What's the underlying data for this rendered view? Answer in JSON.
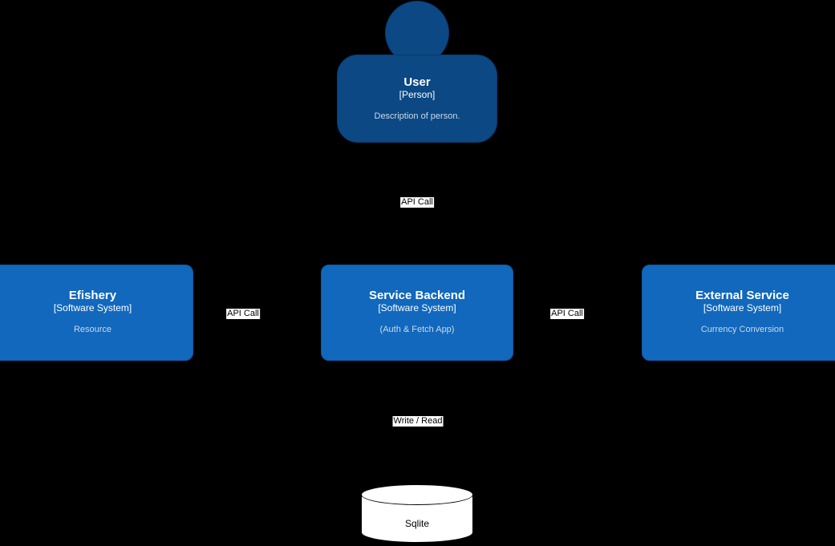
{
  "diagram": {
    "background_color": "#000000",
    "person_color": "#0b4884",
    "system_color": "#1168bd",
    "database_color": "#ffffff",
    "label_text_color": "#000000"
  },
  "person": {
    "name": "User",
    "type": "[Person]",
    "description": "Description of person."
  },
  "systems": [
    {
      "name": "Efishery",
      "type": "[Software System]",
      "description": "Resource"
    },
    {
      "name": "Service Backend",
      "type": "[Software System]",
      "description": "(Auth & Fetch App)"
    },
    {
      "name": "External Service",
      "type": "[Software System]",
      "description": "Currency Conversion"
    }
  ],
  "database": {
    "name": "Sqlite"
  },
  "relationships": [
    {
      "label": "API Call",
      "from": "User",
      "to": "Service Backend"
    },
    {
      "label": "API Call",
      "from": "Service Backend",
      "to": "Efishery"
    },
    {
      "label": "API Call",
      "from": "Service Backend",
      "to": "External Service"
    },
    {
      "label": "Write / Read",
      "from": "Service Backend",
      "to": "Sqlite"
    }
  ]
}
